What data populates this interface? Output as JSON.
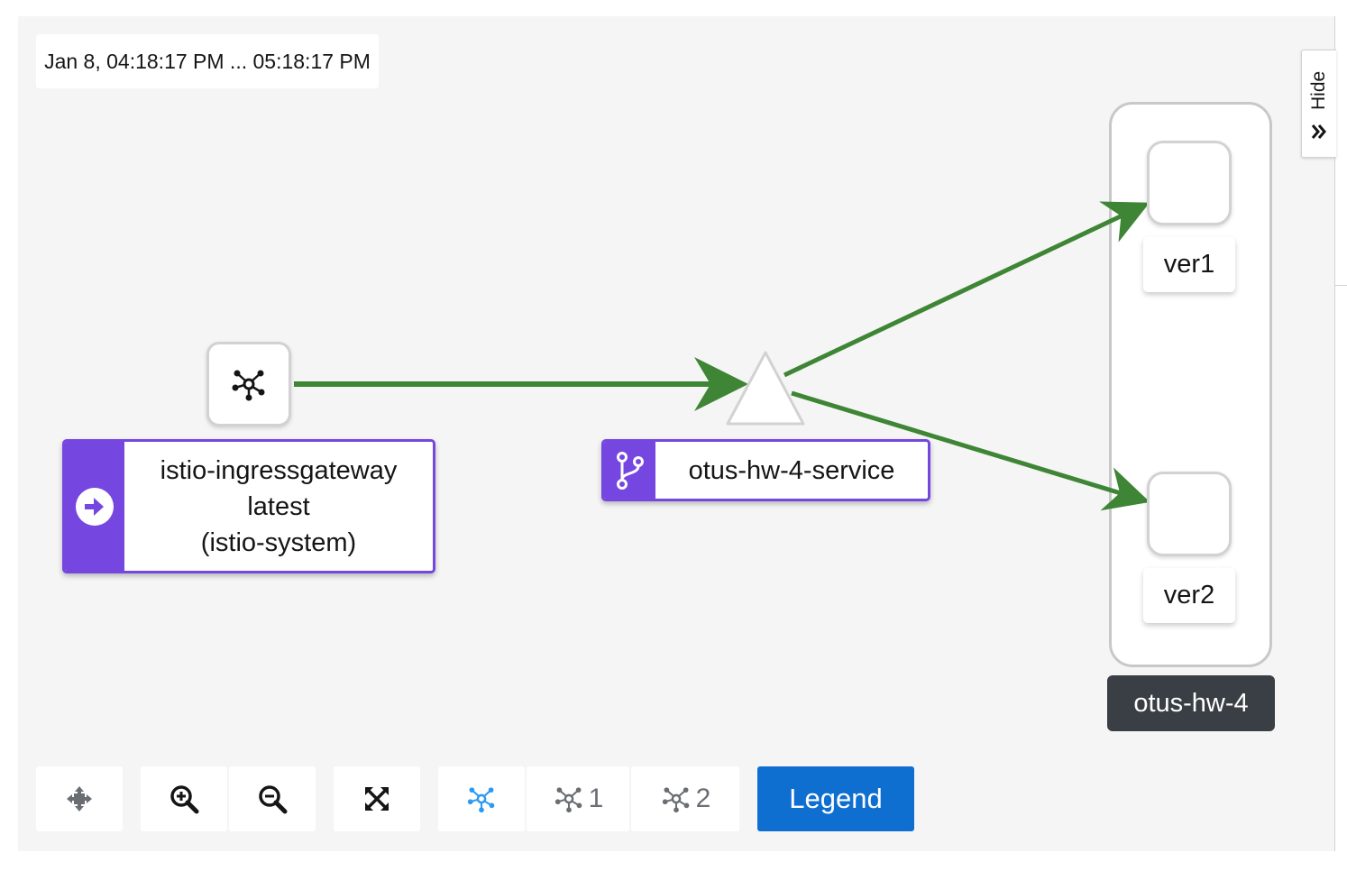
{
  "time_range": "Jan 8, 04:18:17 PM ... 05:18:17 PM",
  "hide_panel": {
    "label": "Hide",
    "icon": "double-chevron-right-icon"
  },
  "colors": {
    "edge": "#3e8635",
    "app_badge": "#7547e0",
    "group_label_bg": "#393f44",
    "legend_bg": "#0f6fd1"
  },
  "nodes": {
    "gateway": {
      "icon": "workload-topology-icon",
      "badge_icon": "arrow-right-circle-icon",
      "lines": [
        "istio-ingressgateway",
        "latest",
        "(istio-system)"
      ]
    },
    "service": {
      "badge_icon": "code-branch-icon",
      "label": "otus-hw-4-service"
    },
    "ver1": {
      "label": "ver1"
    },
    "ver2": {
      "label": "ver2"
    },
    "group": {
      "label": "otus-hw-4"
    }
  },
  "toolbar": {
    "pan_icon": "move-arrows-icon",
    "zoom_in_icon": "zoom-in-icon",
    "zoom_out_icon": "zoom-out-icon",
    "fit_icon": "expand-icon",
    "layout_default_icon": "topology-icon",
    "layout1_label": "1",
    "layout2_label": "2",
    "legend_label": "Legend"
  }
}
